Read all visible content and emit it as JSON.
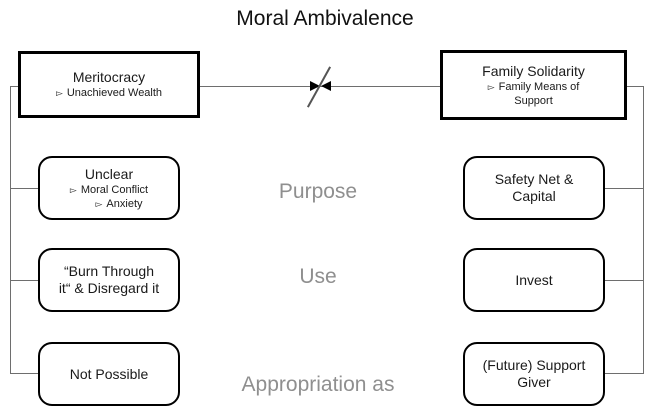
{
  "title": "Moral Ambivalence",
  "bullet_icon": "▻",
  "colors": {
    "text": "#1a1a1a",
    "label_gray": "#8f8f8f",
    "line": "#6e6e6e",
    "box_border": "#000000",
    "background": "#ffffff"
  },
  "top_row": {
    "left": {
      "title": "Meritocracy",
      "bullets": [
        "Unachieved Wealth"
      ]
    },
    "right": {
      "title": "Family Solidarity",
      "bullets": [
        "Family Means of Support"
      ]
    }
  },
  "rows": [
    {
      "label": "Purpose",
      "left": {
        "title": "Unclear",
        "bullets": [
          "Moral Conflict",
          "Anxiety"
        ]
      },
      "right": {
        "text": "Safety Net & Capital"
      }
    },
    {
      "label": "Use",
      "left": {
        "text": "“Burn Through it“ & Disregard it"
      },
      "right": {
        "text": "Invest"
      }
    },
    {
      "label": "Appropriation as",
      "left": {
        "text": "Not Possible"
      },
      "right": {
        "text": "(Future) Support Giver"
      }
    }
  ]
}
